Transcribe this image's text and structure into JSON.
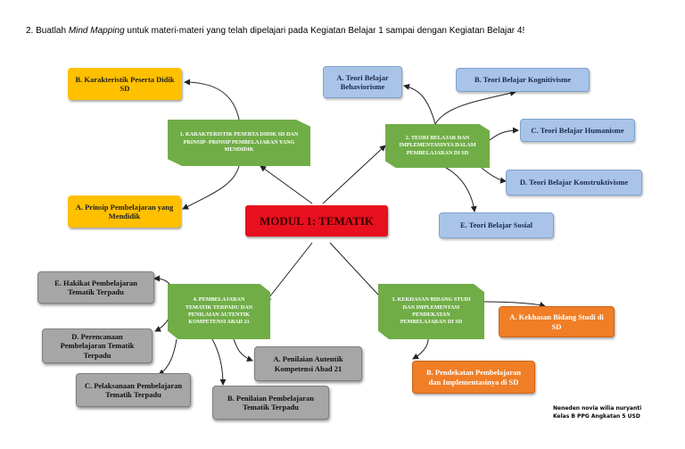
{
  "instruction": {
    "prefix": "2. Buatlah ",
    "emphasis": "Mind Mapping",
    "suffix": " untuk materi-materi yang telah dipelajari pada Kegiatan Belajar 1 sampai dengan Kegiatan Belajar 4!"
  },
  "center": "MODUL 1: TEMATIK",
  "topics": {
    "t1": "1. KARAKTERISTIK PESERTA DIDIK SD DAN PRINSIP- PRINSIP PEMBELAJARAN YANG MENDIDIK",
    "t2": "2. TEORI BELAJAR DAN IMPLEMENTASINYA DALAM PEMBELAJARAN DI SD",
    "t3": "3. KEKHASAN BIDANG STUDI DAN IMPLEMENTASI PENDEKATAN PEMBELAJARAN DI SD",
    "t4": "4. PEMBELAJARAN TEMATIK TERPADU DAN PENILAIAN AUTENTIK KOMPETENSI ABAD 21"
  },
  "t1_items": {
    "b": "B.  Karakteristik Peserta Didik SD",
    "a": "A.  Prinsip Pembelajaran yang Mendidik"
  },
  "t2_items": {
    "a": "A.  Teori Belajar Behaviorisme",
    "b": "B.  Teori Belajar Kognitivisme",
    "c": "C.  Teori Belajar Humanisme",
    "d": "D.  Teori Belajar Konstruktivisme",
    "e": "E.  Teori Belajar Sosial"
  },
  "t3_items": {
    "a": "A.  Kekhasan Bidang Studi di SD",
    "b": "B.  Pendekatan Pembelajaran dan Implementasinya di SD"
  },
  "t4_items": {
    "e": "E.  Hakikat Pembelajaran Tematik Terpadu",
    "d": "D. Perencanaan Pembelajaran Tematik Terpadu",
    "c": "C. Pelaksanaan Pembelajaran Tematik Terpadu",
    "b": "B.  Penilaian Pembelajaran Tematik Terpadu",
    "a": "A.  Penilaian Autentik Kompetensi Abad 21"
  },
  "author": {
    "line1": "Neneden novia wilia nuryanti",
    "line2": "Kelas B PPG Angkatan 5 USD"
  },
  "colors": {
    "center": "#E8101E",
    "topic": "#70AD47",
    "t1_items": "#FFC000",
    "t2_items": "#A9C4E8",
    "t3_items": "#F07E26",
    "t4_items": "#A6A6A6"
  }
}
